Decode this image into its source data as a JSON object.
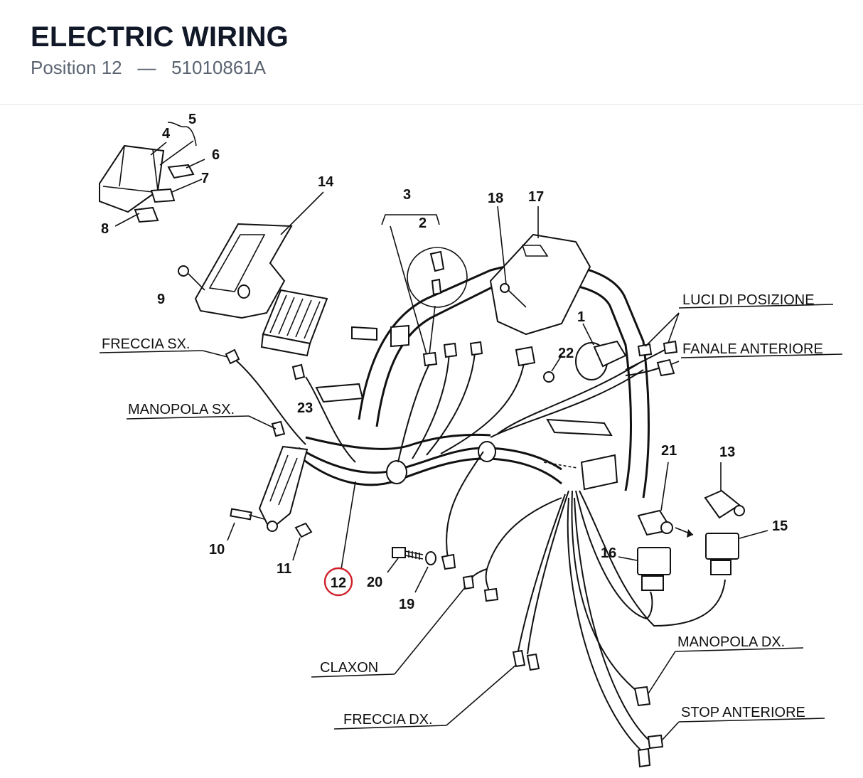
{
  "header": {
    "title": "ELECTRIC WIRING",
    "position_label": "Position 12",
    "separator": "—",
    "part_number": "51010861A"
  },
  "highlight_color": "#d0202a",
  "callouts": [
    {
      "id": "c1",
      "number": "1"
    },
    {
      "id": "c2",
      "number": "2"
    },
    {
      "id": "c3",
      "number": "3"
    },
    {
      "id": "c4",
      "number": "4"
    },
    {
      "id": "c5",
      "number": "5"
    },
    {
      "id": "c6",
      "number": "6"
    },
    {
      "id": "c7",
      "number": "7"
    },
    {
      "id": "c8",
      "number": "8"
    },
    {
      "id": "c9",
      "number": "9"
    },
    {
      "id": "c10",
      "number": "10"
    },
    {
      "id": "c11",
      "number": "11"
    },
    {
      "id": "c12",
      "number": "12",
      "highlighted": true
    },
    {
      "id": "c13",
      "number": "13"
    },
    {
      "id": "c14",
      "number": "14"
    },
    {
      "id": "c15",
      "number": "15"
    },
    {
      "id": "c16",
      "number": "16"
    },
    {
      "id": "c17",
      "number": "17"
    },
    {
      "id": "c18",
      "number": "18"
    },
    {
      "id": "c19",
      "number": "19"
    },
    {
      "id": "c20",
      "number": "20"
    },
    {
      "id": "c21",
      "number": "21"
    },
    {
      "id": "c22",
      "number": "22"
    },
    {
      "id": "c23",
      "number": "23"
    }
  ],
  "wire_labels": {
    "freccia_sx": "FRECCIA SX.",
    "manopola_sx": "MANOPOLA SX.",
    "luci_posizione": "LUCI DI POSIZIONE",
    "fanale_anteriore": "FANALE ANTERIORE",
    "claxon": "CLAXON",
    "freccia_dx": "FRECCIA DX.",
    "manopola_dx": "MANOPOLA DX.",
    "stop_anteriore": "STOP ANTERIORE"
  }
}
